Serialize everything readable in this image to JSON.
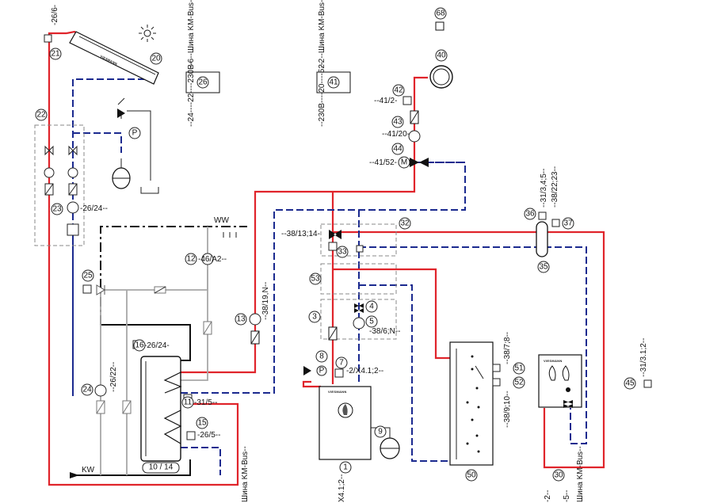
{
  "labels": {
    "l_266": "-26/6-",
    "l_2624a": "-26/24--",
    "l_2624b": "-26/24-",
    "l_ww": "WW",
    "l_46a2": "-46/A2--",
    "l_38191": "--38/19,N--",
    "l_2622": "--26/22--",
    "l_315": "-31/5--",
    "l_265": "-26/5--",
    "l_kw": "KW",
    "l_kmbus_left": "Шина KM-Bus--",
    "l_3813": "--38/13;14-",
    "l_3861": "-38/6;N--",
    "l_2x41": "-2/X4.1;2--",
    "l_41bot": "X4.1;2--",
    "l_412": "--41/2-",
    "l_4120": "--41/20-",
    "l_4152": "--41/52-",
    "l_3134": "--31/3,4;5--",
    "l_3822": "--38/22;23--",
    "l_3878": "--38/7;8--",
    "l_38910": "--38/9;10--",
    "l_3131": "--31/3.1;2--",
    "l_kmbus_right": "Шина KM-Bus--",
    "l_2bot": "-2--",
    "l_5bot": "-5--",
    "l_26top": "--6--Шина KM-Bus--",
    "l_26bot": "--24----22----230B-",
    "l_41top": "--2--Шина KM-Bus--",
    "l_41b": "--230B----20----52-"
  },
  "components": {
    "n1": "1",
    "n3": "3",
    "n4": "4",
    "n5": "5",
    "n7": "7",
    "n8": "8",
    "n9": "9",
    "n10_14": "10 / 14",
    "n11": "11",
    "n12": "12",
    "n13": "13",
    "n15": "15",
    "n16": "16",
    "n20": "20",
    "n21": "21",
    "n22": "22",
    "n23": "23",
    "n24": "24",
    "n25": "25",
    "n26": "26",
    "n30": "30",
    "n32": "32",
    "n33": "33",
    "n35": "35",
    "n36": "36",
    "n37": "37",
    "n40": "40",
    "n41": "41",
    "n42": "42",
    "n43": "43",
    "n44": "44",
    "n45": "45",
    "n50": "50",
    "n51": "51",
    "n52": "52",
    "n53": "53",
    "n68": "68"
  },
  "symbols": {
    "p": "P",
    "m": "M",
    "brand": "VIESMANN"
  }
}
